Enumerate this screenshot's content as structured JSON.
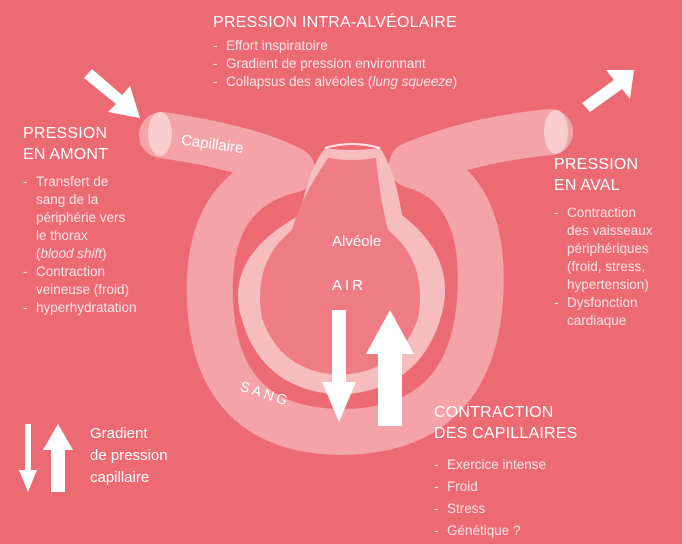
{
  "top": {
    "title": "PRESSION INTRA-ALVÉOLAIRE",
    "items": [
      "Effort inspiratoire",
      "Gradient de pression environnant"
    ],
    "item3_prefix": "Collapsus des alvéoles (",
    "item3_italic": "lung squeeze",
    "item3_suffix": ")"
  },
  "left": {
    "title_line1": "PRESSION",
    "title_line2": "EN AMONT",
    "item1_lines": [
      "Transfert de",
      "sang de la",
      "périphérie vers",
      "le thorax"
    ],
    "item1_italic_prefix": "(",
    "item1_italic": "blood shift",
    "item1_italic_suffix": ")",
    "item2_lines": [
      "Contraction",
      "veineuse (froid)"
    ],
    "item3": "hyperhydratation"
  },
  "right": {
    "title_line1": "PRESSION",
    "title_line2": "EN AVAL",
    "item1_lines": [
      "Contraction",
      "des vaisseaux",
      "périphériques",
      "(froid, stress,",
      "hypertension)"
    ],
    "item2_lines": [
      "Dysfonction",
      "cardiaque"
    ]
  },
  "bottom_right": {
    "title_line1": "CONTRACTION",
    "title_line2": "DES CAPILLAIRES",
    "items": [
      "Exercice intense",
      "Froid",
      "Stress",
      "Génétique ?"
    ]
  },
  "legend": {
    "line1": "Gradient",
    "line2": "de pression",
    "line3": "capillaire"
  },
  "diagram": {
    "capillaire_label": "Capillaire",
    "alveole_label": "Alvéole",
    "air_label": "AIR",
    "sang_label": "SANG"
  },
  "colors": {
    "background": "#ec6a73",
    "tube_outer": "#f4a4a8",
    "tube_inner": "#f7bcbd",
    "alveolus_air": "#ef7c84",
    "text_light": "#fde5e7",
    "white": "#ffffff"
  }
}
